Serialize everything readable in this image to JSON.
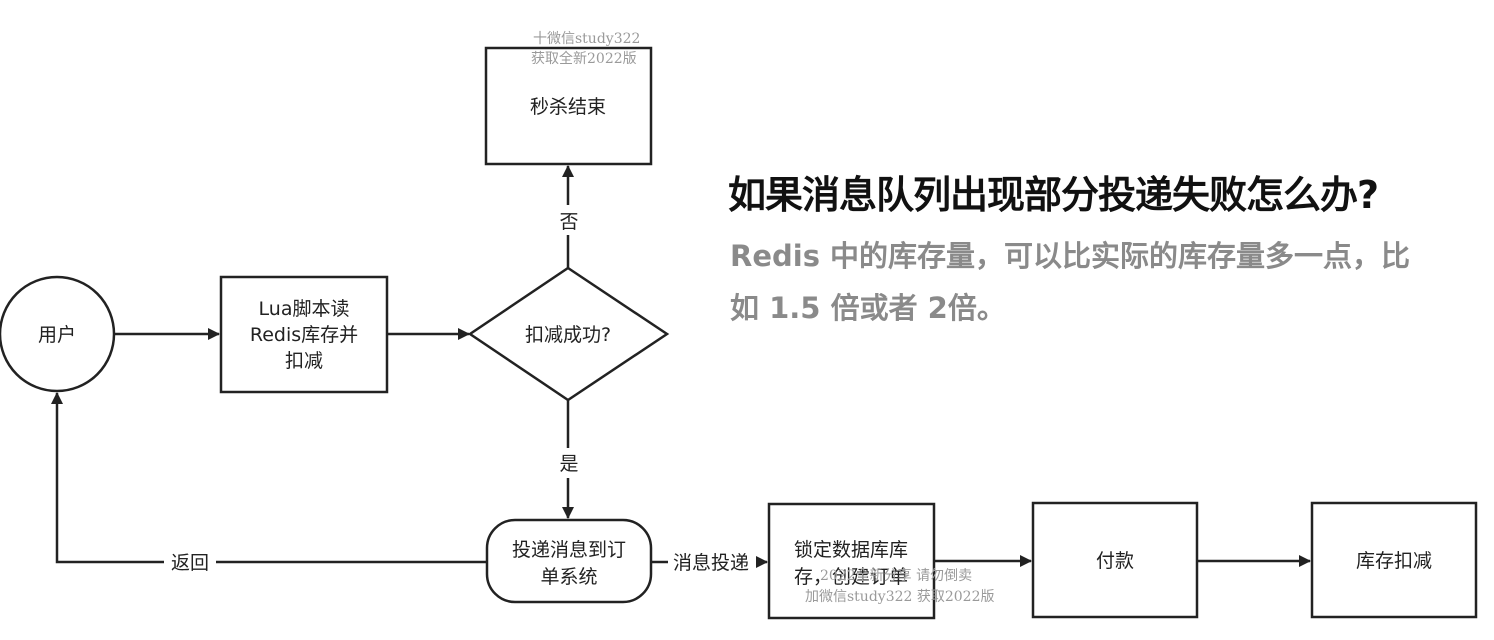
{
  "nodes": {
    "user": "用户",
    "lua": [
      "Lua脚本读",
      "Redis库存并",
      "扣减"
    ],
    "decision": "扣减成功?",
    "end": "秒杀结束",
    "deliver": [
      "投递消息到订",
      "单系统"
    ],
    "lock": [
      "锁定数据库库",
      "存，创建订单"
    ],
    "pay": "付款",
    "deduct": "库存扣减"
  },
  "edges": {
    "no": "否",
    "yes": "是",
    "back": "返回",
    "msg": "消息投递"
  },
  "watermarks": {
    "top": [
      "十微信study322",
      "获取全新2022版"
    ],
    "bottom": [
      "2022全新分享 请勿倒卖",
      "加微信study322 获取2022版"
    ]
  },
  "headline": "如果消息队列出现部分投递失败怎么办?",
  "subtext": "Redis 中的库存量，可以比实际的库存量多一点，比如 1.5 倍或者 2倍。"
}
